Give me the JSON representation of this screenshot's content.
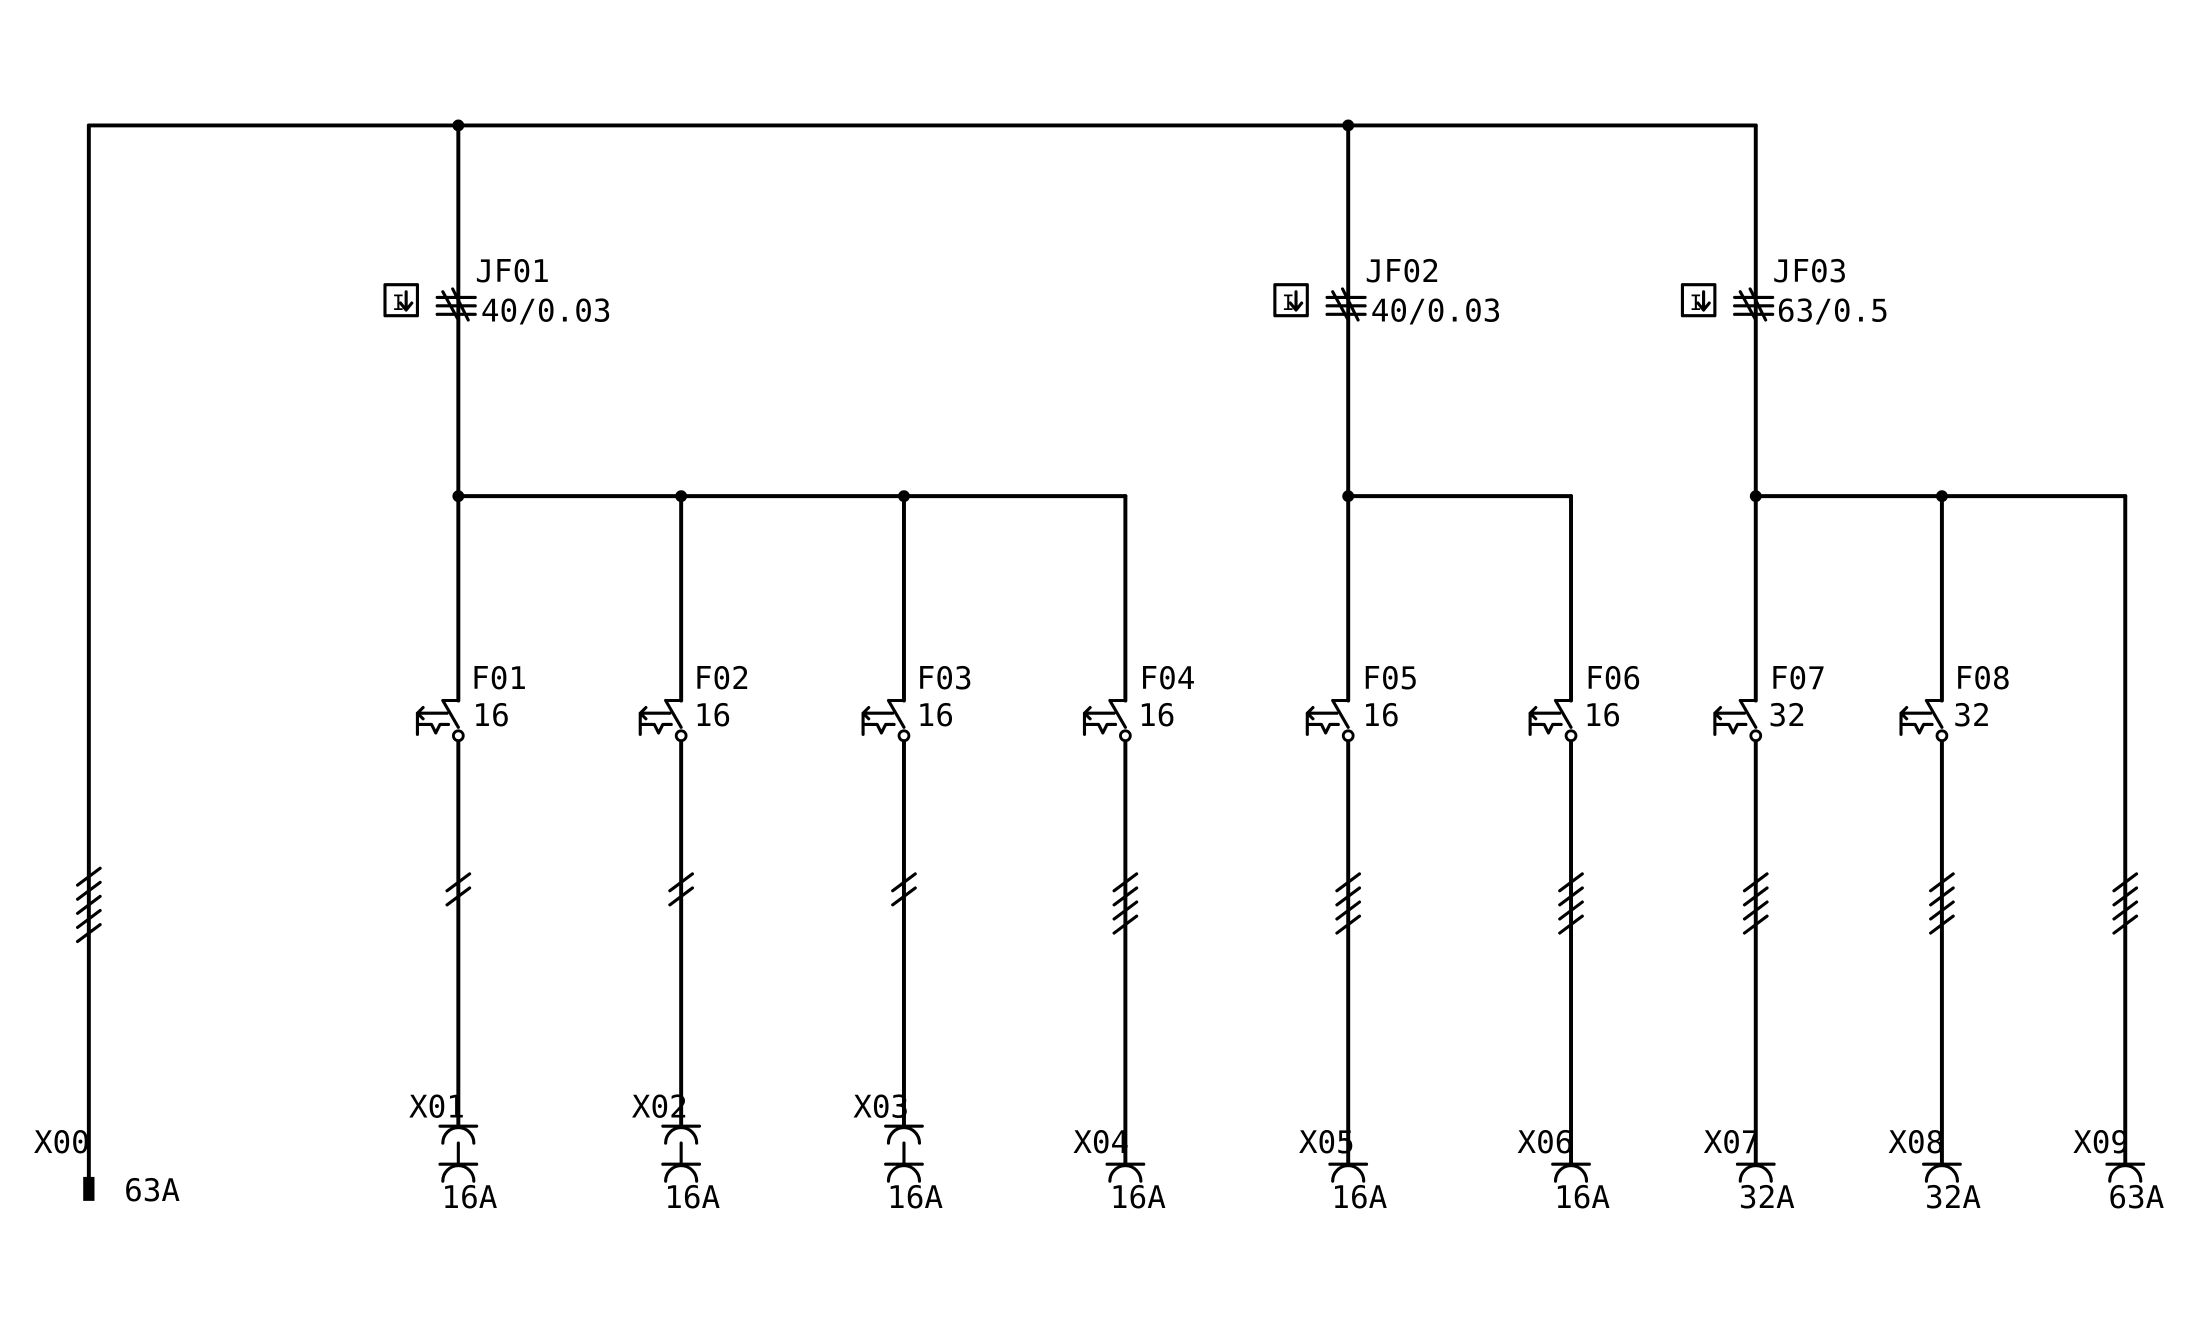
{
  "main_supply": {
    "id": "X00",
    "rating": "63A"
  },
  "rcds": [
    {
      "id": "JF01",
      "rating": "40/0.03"
    },
    {
      "id": "JF02",
      "rating": "40/0.03"
    },
    {
      "id": "JF03",
      "rating": "63/0.5"
    }
  ],
  "breakers": [
    {
      "id": "F01",
      "rating": "16"
    },
    {
      "id": "F02",
      "rating": "16"
    },
    {
      "id": "F03",
      "rating": "16"
    },
    {
      "id": "F04",
      "rating": "16"
    },
    {
      "id": "F05",
      "rating": "16"
    },
    {
      "id": "F06",
      "rating": "16"
    },
    {
      "id": "F07",
      "rating": "32"
    },
    {
      "id": "F08",
      "rating": "32"
    }
  ],
  "outlets": [
    {
      "id": "X01",
      "rating": "16A",
      "type": "double",
      "phase_wires": 2
    },
    {
      "id": "X02",
      "rating": "16A",
      "type": "double",
      "phase_wires": 2
    },
    {
      "id": "X03",
      "rating": "16A",
      "type": "double",
      "phase_wires": 2
    },
    {
      "id": "X04",
      "rating": "16A",
      "type": "single",
      "phase_wires": 4
    },
    {
      "id": "X05",
      "rating": "16A",
      "type": "single",
      "phase_wires": 4
    },
    {
      "id": "X06",
      "rating": "16A",
      "type": "single",
      "phase_wires": 4
    },
    {
      "id": "X07",
      "rating": "32A",
      "type": "single",
      "phase_wires": 4
    },
    {
      "id": "X08",
      "rating": "32A",
      "type": "single",
      "phase_wires": 4
    },
    {
      "id": "X09",
      "rating": "63A",
      "type": "single",
      "phase_wires": 4
    }
  ],
  "rcd_symbol_text": "I",
  "colors": {
    "line": "#000000",
    "background": "#ffffff"
  }
}
